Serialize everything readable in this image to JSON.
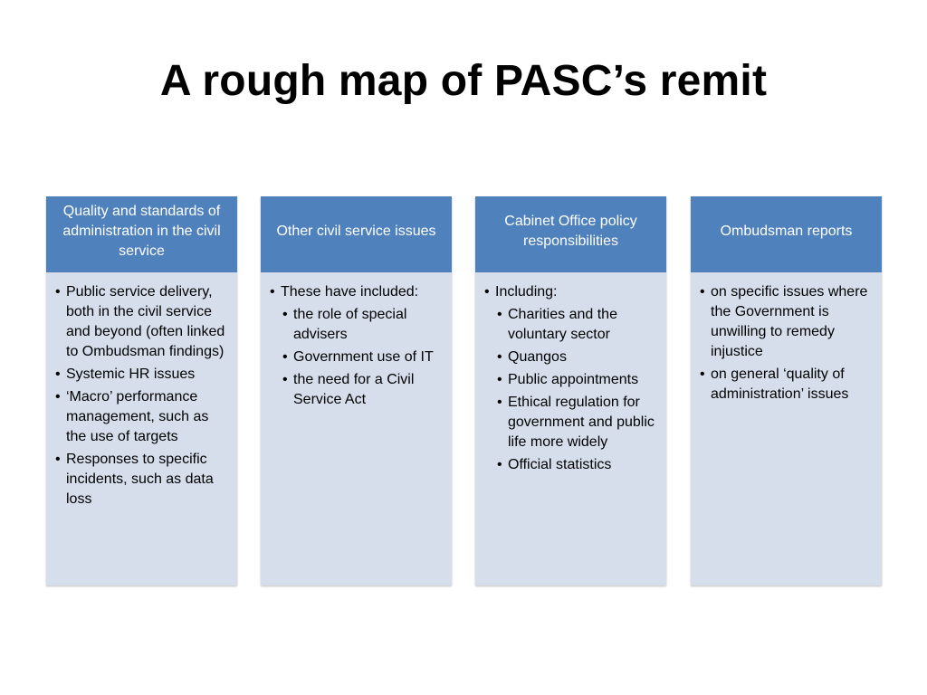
{
  "slide": {
    "title": "A rough map of PASC’s remit"
  },
  "columns": [
    {
      "heading": "Quality and standards of administration in the civil service",
      "bullets": [
        "Public service delivery, both in the civil service and beyond (often linked to Ombudsman findings)",
        "Systemic HR issues",
        "‘Macro’ performance management, such as the use of targets",
        "Responses to specific incidents, such as data loss"
      ]
    },
    {
      "heading": "Other civil service issues",
      "intro": "These have included:",
      "bullets": [
        "the role of special advisers",
        "Government use of IT",
        "the need for a Civil Service Act"
      ]
    },
    {
      "heading": "Cabinet Office policy responsibilities",
      "intro": "Including:",
      "bullets": [
        "Charities and the voluntary sector",
        "Quangos",
        "Public appointments",
        "Ethical regulation for government and public life more widely",
        "Official statistics"
      ]
    },
    {
      "heading": "Ombudsman reports",
      "bullets": [
        "on specific issues where the Government is unwilling to remedy injustice",
        "on general ‘quality of administration’ issues"
      ]
    }
  ],
  "colors": {
    "header_fill": "#4f81bd",
    "body_fill": "#d6deec"
  }
}
